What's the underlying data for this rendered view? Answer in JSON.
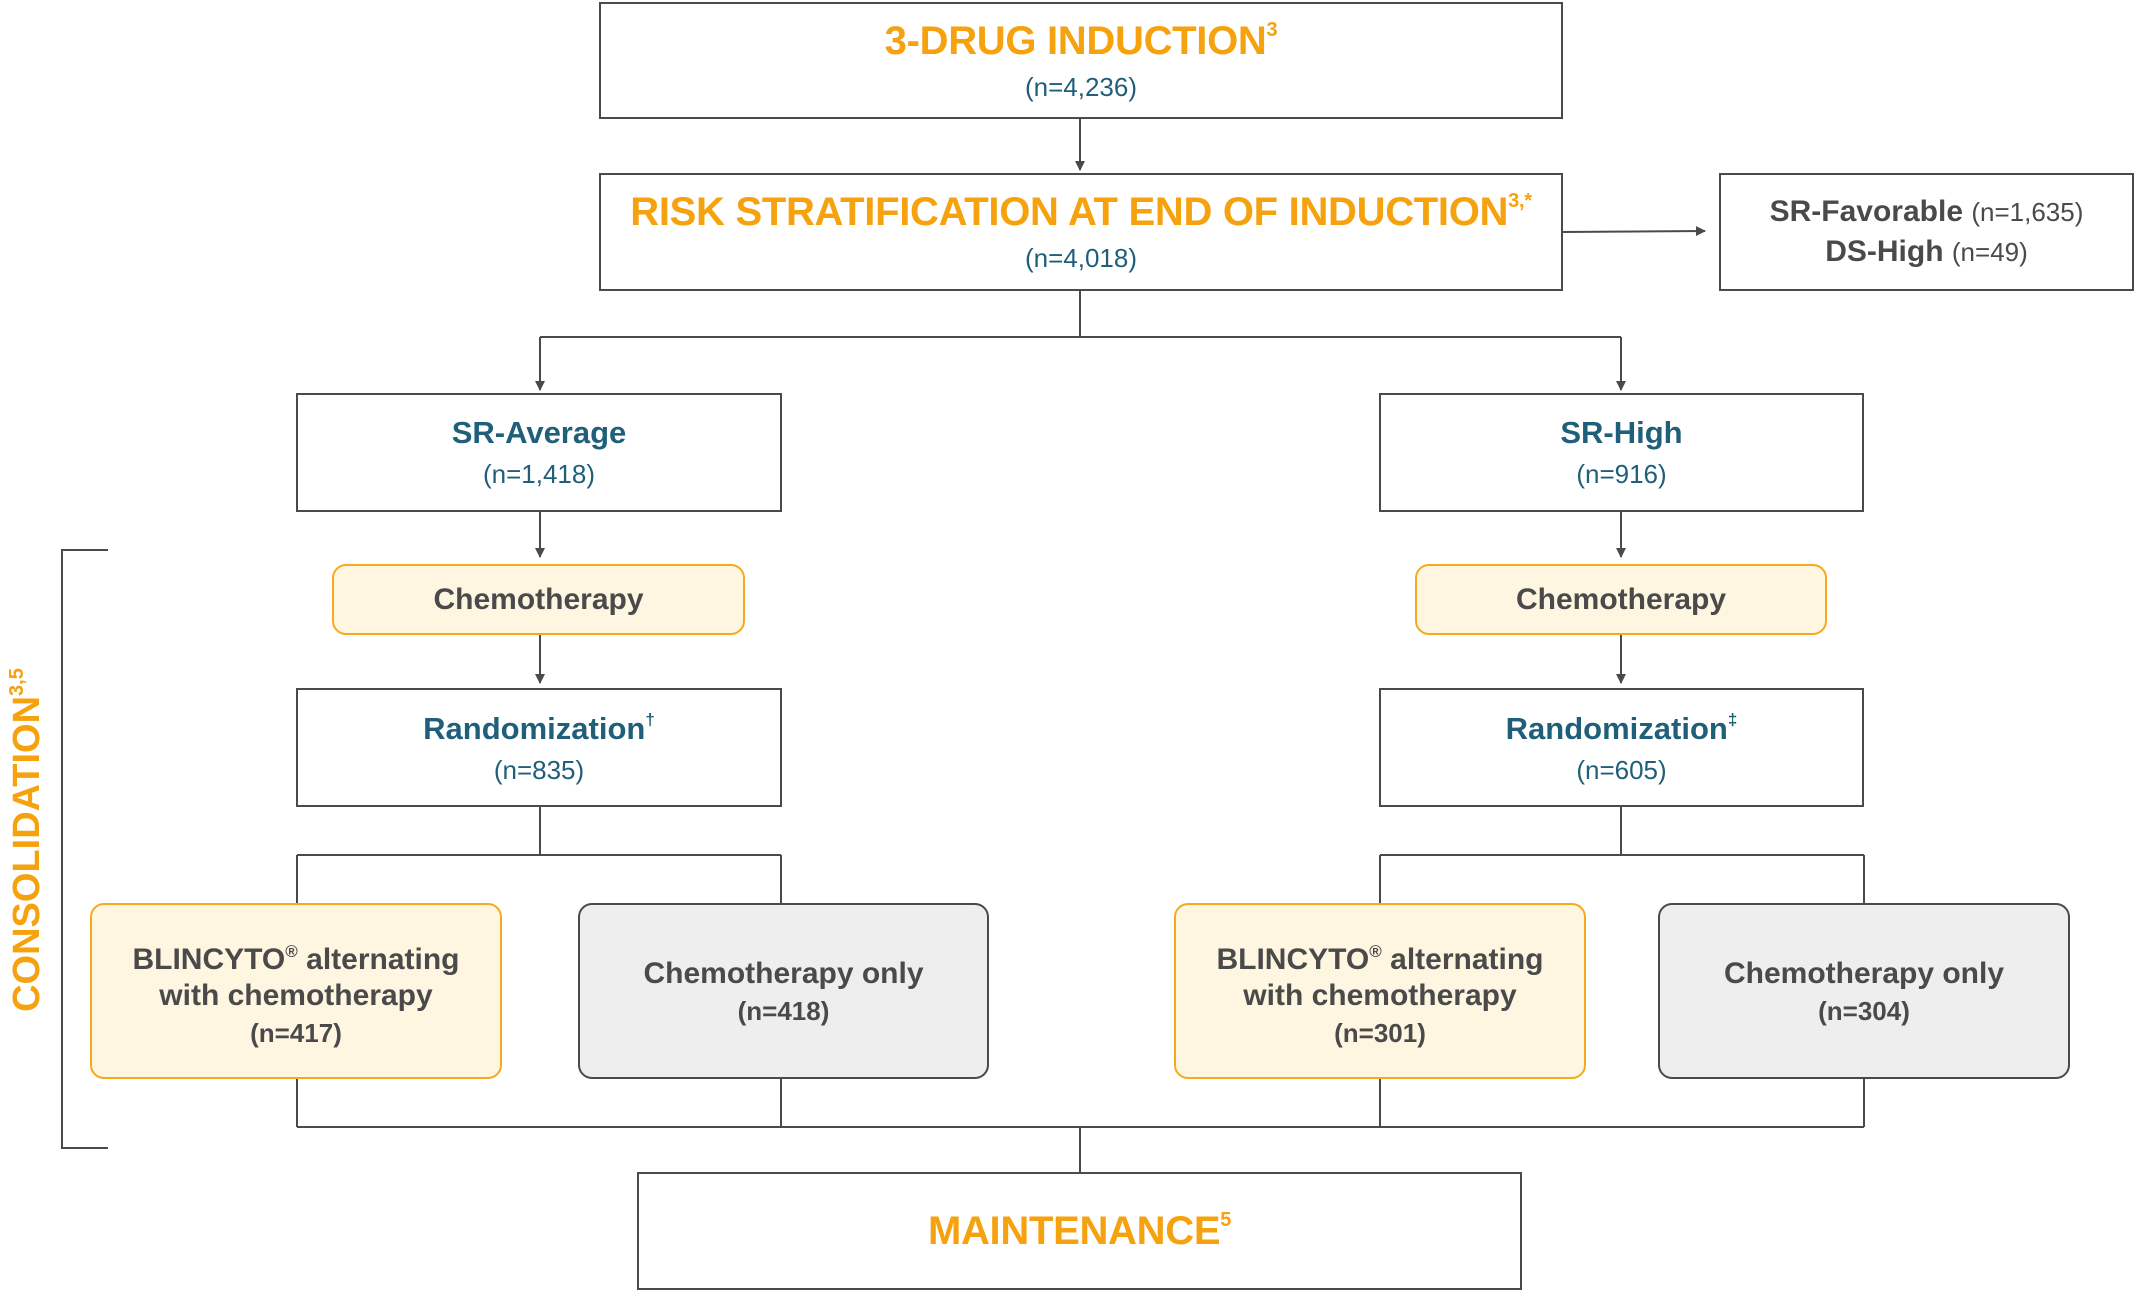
{
  "colors": {
    "accent_orange": "#f5a20e",
    "text_blue": "#1f5f7a",
    "text_grey": "#4a4a4a",
    "yellow_fill": "#fff6e2",
    "yellow_border": "#f5a91c",
    "grey_fill": "#eeeeee",
    "line": "#4a4a4a"
  },
  "induction": {
    "title": "3-DRUG INDUCTION",
    "ref": "3",
    "n": "(n=4,236)"
  },
  "risk": {
    "title": "RISK STRATIFICATION AT END OF INDUCTION",
    "ref": "3,*",
    "n": "(n=4,018)"
  },
  "excluded": {
    "line1_label": "SR-Favorable",
    "line1_n": "(n=1,635)",
    "line2_label": "DS-High",
    "line2_n": "(n=49)"
  },
  "sr_average": {
    "title": "SR-Average",
    "n": "(n=1,418)",
    "chemo": "Chemotherapy",
    "randomization": {
      "title": "Randomization",
      "mark": "†",
      "n": "(n=835)"
    },
    "arm_blincyto": {
      "brand": "BLINCYTO",
      "reg": "®",
      "rest1": " alternating",
      "line2": "with chemotherapy",
      "n": "(n=417)"
    },
    "arm_chemo": {
      "label": "Chemotherapy only",
      "n": "(n=418)"
    }
  },
  "sr_high": {
    "title": "SR-High",
    "n": "(n=916)",
    "chemo": "Chemotherapy",
    "randomization": {
      "title": "Randomization",
      "mark": "‡",
      "n": "(n=605)"
    },
    "arm_blincyto": {
      "brand": "BLINCYTO",
      "reg": "®",
      "rest1": " alternating",
      "line2": "with chemotherapy",
      "n": "(n=301)"
    },
    "arm_chemo": {
      "label": "Chemotherapy only",
      "n": "(n=304)"
    }
  },
  "consolidation": {
    "label": "CONSOLIDATION",
    "ref": "3,5"
  },
  "maintenance": {
    "title": "MAINTENANCE",
    "ref": "5"
  }
}
